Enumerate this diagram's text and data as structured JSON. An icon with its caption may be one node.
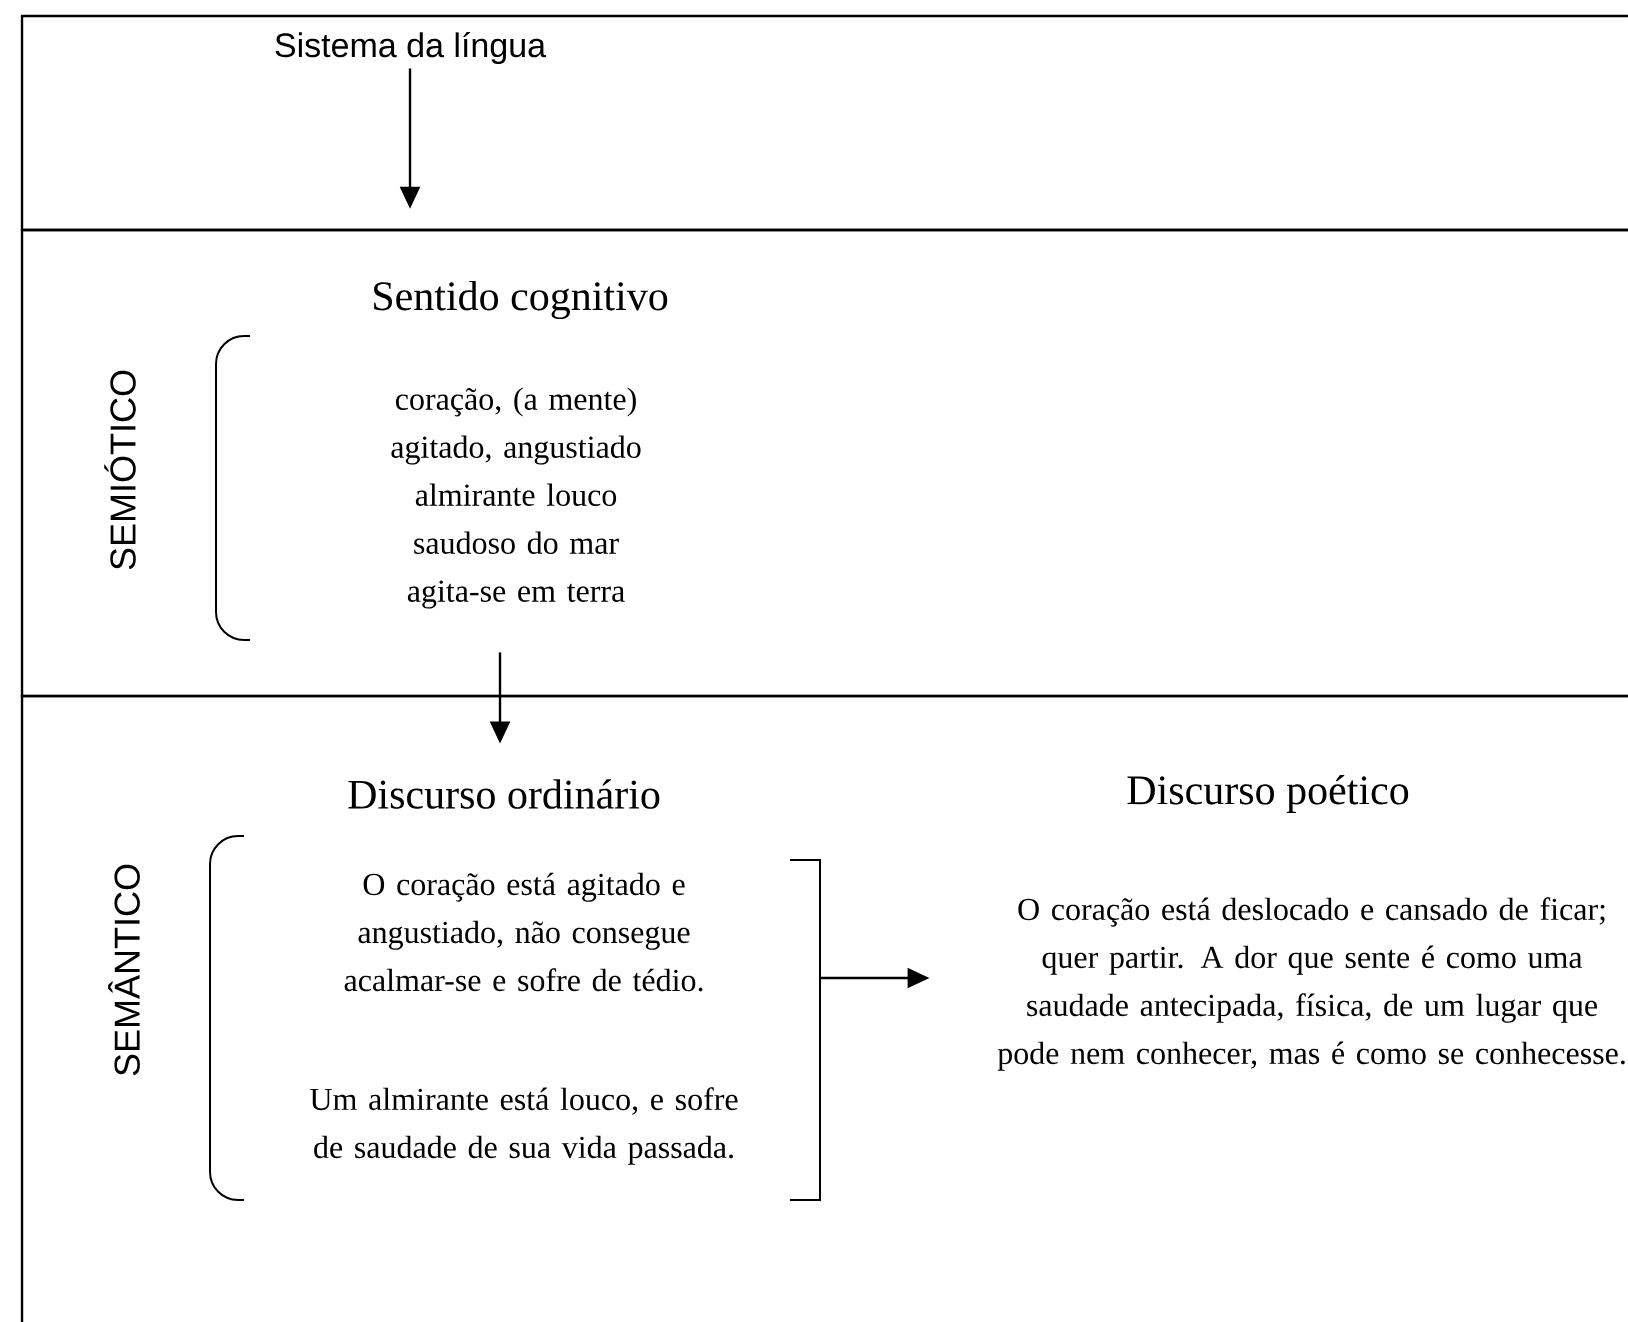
{
  "diagram": {
    "nodes": [
      {
        "text": [
          "Sistema da língua"
        ]
      },
      {
        "text": [
          "SEMIÓTICO"
        ]
      },
      {
        "text": [
          "Sentido cognitivo",
          "coração, (a mente) agitado, angustiado almirante louco saudoso do mar agita-se em terra"
        ],
        "in": 1
      },
      {
        "text": [
          "SEMÂNTICO"
        ]
      },
      {
        "text": [
          "Discurso ordinário",
          "O coração está agitado e angustiado, não consegue acalmar-se e sofre de tédio.",
          "Um almirante está louco, e sofre de saudade de sua vida passada."
        ],
        "in": 3
      },
      {
        "text": [
          "Discurso poético",
          "O coração está deslocado e cansado de ficar; quer partir. A dor que sente é como uma saudade antecipada, física, de um lugar que pode nem conhecer, mas é como se conhecesse."
        ],
        "in": 3
      }
    ],
    "edges": [
      {
        "from": 0,
        "to": 1,
        "arrow": "to"
      },
      {
        "from": 2,
        "to": 4,
        "arrow": "to"
      },
      {
        "from": 4,
        "to": 5,
        "arrow": "to"
      }
    ]
  }
}
